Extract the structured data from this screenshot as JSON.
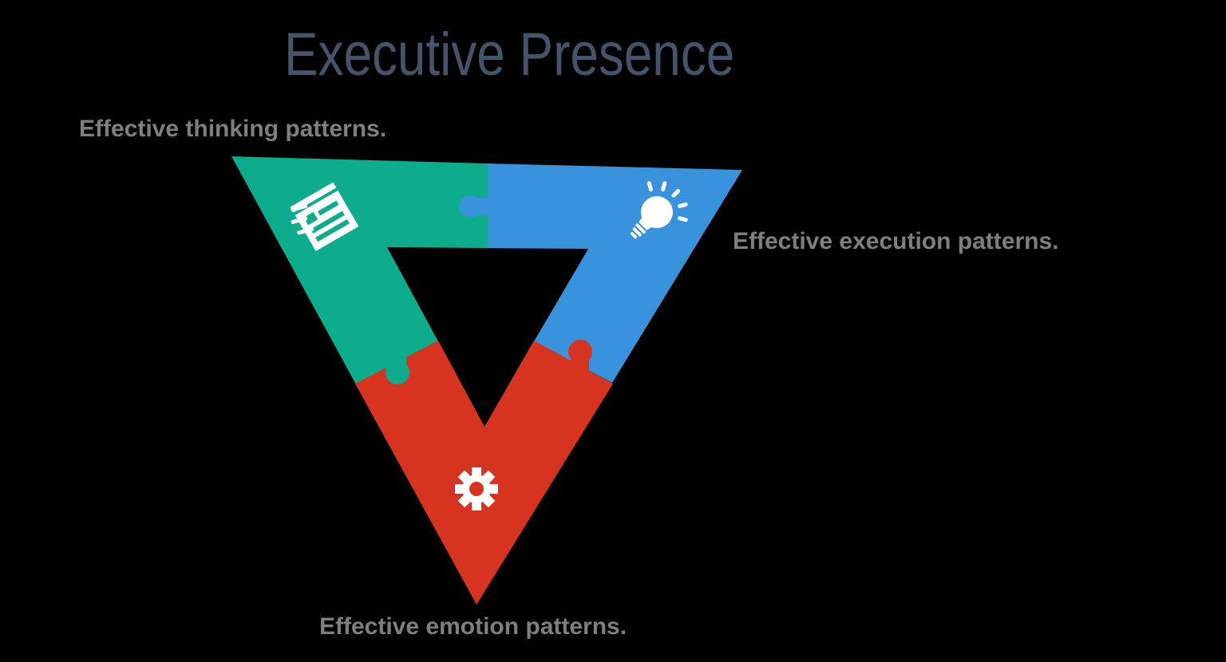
{
  "title": "Executive Presence",
  "labels": {
    "thinking": "Effective thinking patterns.",
    "execution": "Effective execution patterns.",
    "emotion": "Effective emotion patterns."
  },
  "colors": {
    "background": "#000000",
    "title_text": "#44546A",
    "label_text": "#7F7F7F",
    "green": "#0DAC8D",
    "blue": "#3992DC",
    "red": "#D73420",
    "icon": "#FFFFFF"
  },
  "icons": {
    "thinking": "flying-report-icon",
    "execution": "lightbulb-icon",
    "emotion": "gear-icon"
  }
}
